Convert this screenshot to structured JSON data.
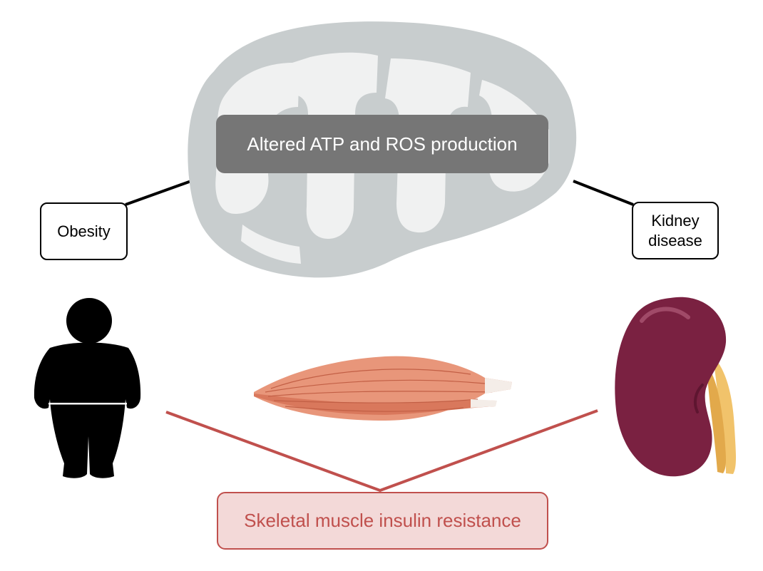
{
  "mitochondrion": {
    "label": "Altered ATP and ROS production"
  },
  "conditions": {
    "obesity": "Obesity",
    "kidney_line1": "Kidney",
    "kidney_line2": "disease"
  },
  "outcome": {
    "label": "Skeletal muscle insulin resistance"
  },
  "colors": {
    "mitochondrion_body": "#c8cdce",
    "mitochondrion_cristae": "#f0f1f1",
    "label_box": "#767676",
    "outcome_line": "#c0504d",
    "outcome_fill": "#f3d9d8",
    "kidney": "#7a2141",
    "ureter": "#f1c36b",
    "muscle": "#e8967a"
  },
  "icons": [
    "mitochondrion-icon",
    "obese-person-icon",
    "muscle-icon",
    "kidney-icon"
  ]
}
